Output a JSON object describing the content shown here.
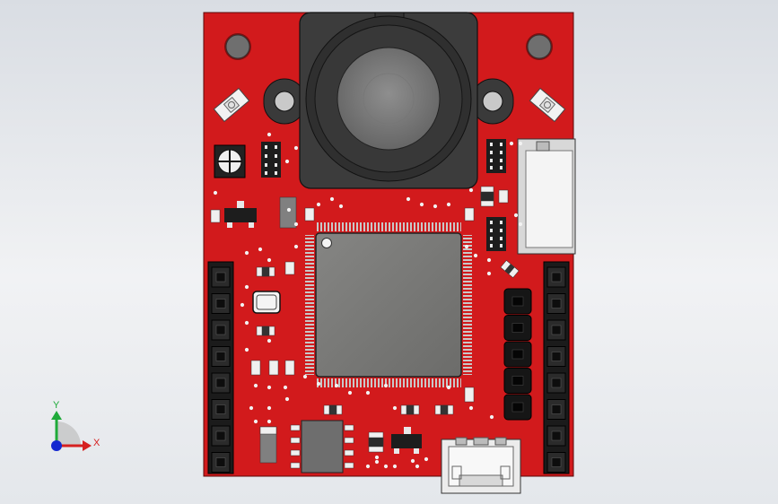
{
  "view": {
    "axes": {
      "y_label": "Y",
      "x_label": "X",
      "y_color": "#1faa3a",
      "x_color": "#d62020",
      "z_color": "#1428d0"
    }
  },
  "board": {
    "pcb_color": "#d21a1c",
    "component_color": "#1a1a1a",
    "chip_color": "#7a7a78",
    "header_left_pins": 8,
    "header_right_pins": 8,
    "jumper_pins": 5
  }
}
